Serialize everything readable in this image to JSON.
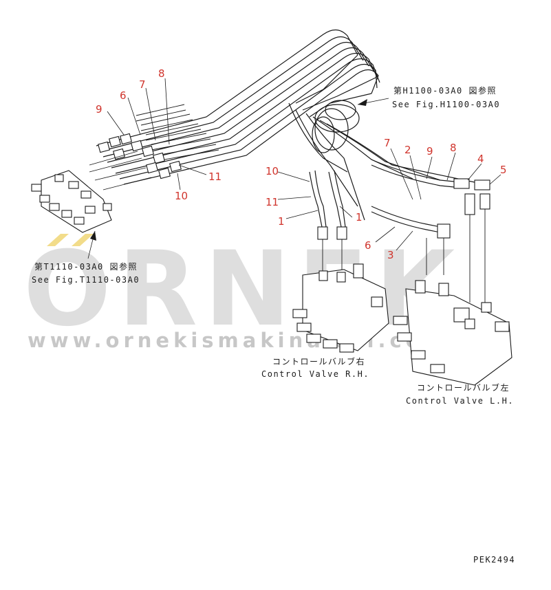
{
  "watermark": {
    "letters": "ORNEK",
    "url": "www.ornekismakinalari.com.tr"
  },
  "notes": {
    "ref_top_jp": "第H1100-03A0 図参照",
    "ref_top_en": "See Fig.H1100-03A0",
    "ref_left_jp": "第T1110-03A0 図参照",
    "ref_left_en": "See Fig.T1110-03A0",
    "valve_rh_jp": "コントロールバルブ右",
    "valve_rh_en": "Control Valve R.H.",
    "valve_lh_jp": "コントロールバルブ左",
    "valve_lh_en": "Control Valve L.H.",
    "drawing_code": "PEK2494"
  },
  "callouts": {
    "left_9": "9",
    "left_6": "6",
    "left_7": "7",
    "left_8": "8",
    "left_11": "11",
    "left_10": "10",
    "mid_10": "10",
    "mid_11": "11",
    "mid_1a": "1",
    "mid_1b": "1",
    "right_7": "7",
    "right_2": "2",
    "right_9": "9",
    "right_8": "8",
    "right_4": "4",
    "right_5": "5",
    "right_6": "6",
    "right_3": "3"
  },
  "colors": {
    "callout": "#d0342c",
    "line": "#1a1a1a",
    "watermark": "#c9c9c9",
    "watermark_accent": "#f2dc8a"
  }
}
